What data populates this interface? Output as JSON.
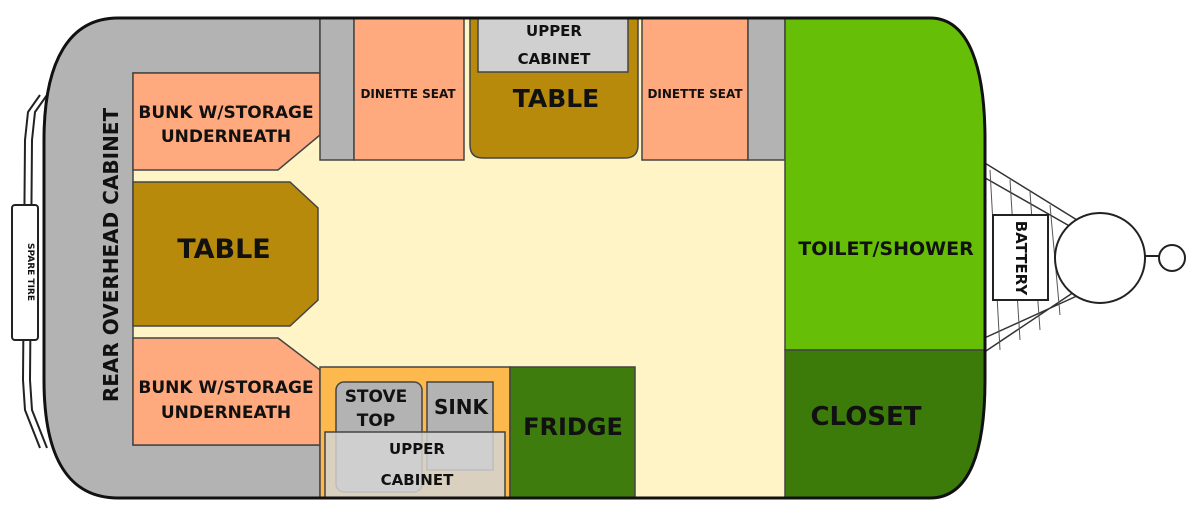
{
  "labels": {
    "spare_tire": "SPARE TIRE",
    "rear_cabinet": "REAR OVERHEAD CABINET",
    "bunk_top_l1": "BUNK W/STORAGE",
    "bunk_top_l2": "UNDERNEATH",
    "bunk_bottom_l1": "BUNK W/STORAGE",
    "bunk_bottom_l2": "UNDERNEATH",
    "rear_table": "TABLE",
    "dinette_seat_left": "DINETTE SEAT",
    "dinette_seat_right": "DINETTE SEAT",
    "upper_cabinet_top_l1": "UPPER",
    "upper_cabinet_top_l2": "CABINET",
    "dinette_table": "TABLE",
    "stove_l1": "STOVE",
    "stove_l2": "TOP",
    "sink": "SINK",
    "upper_cabinet_bottom_l1": "UPPER",
    "upper_cabinet_bottom_l2": "CABINET",
    "fridge": "FRIDGE",
    "toilet_shower": "TOILET/SHOWER",
    "closet": "CLOSET",
    "battery": "BATTERY"
  },
  "colors": {
    "floor": "#FEF4C6",
    "cabinet_gray": "#B3B3B3",
    "bunk_salmon": "#FFAA7E",
    "table_brown": "#B88A0C",
    "kitchen_orange": "#FDB94E",
    "fridge_green": "#3E7C0D",
    "bath_green": "#66BE07",
    "closet_green": "#3C7A0A",
    "outline": "#222222"
  }
}
